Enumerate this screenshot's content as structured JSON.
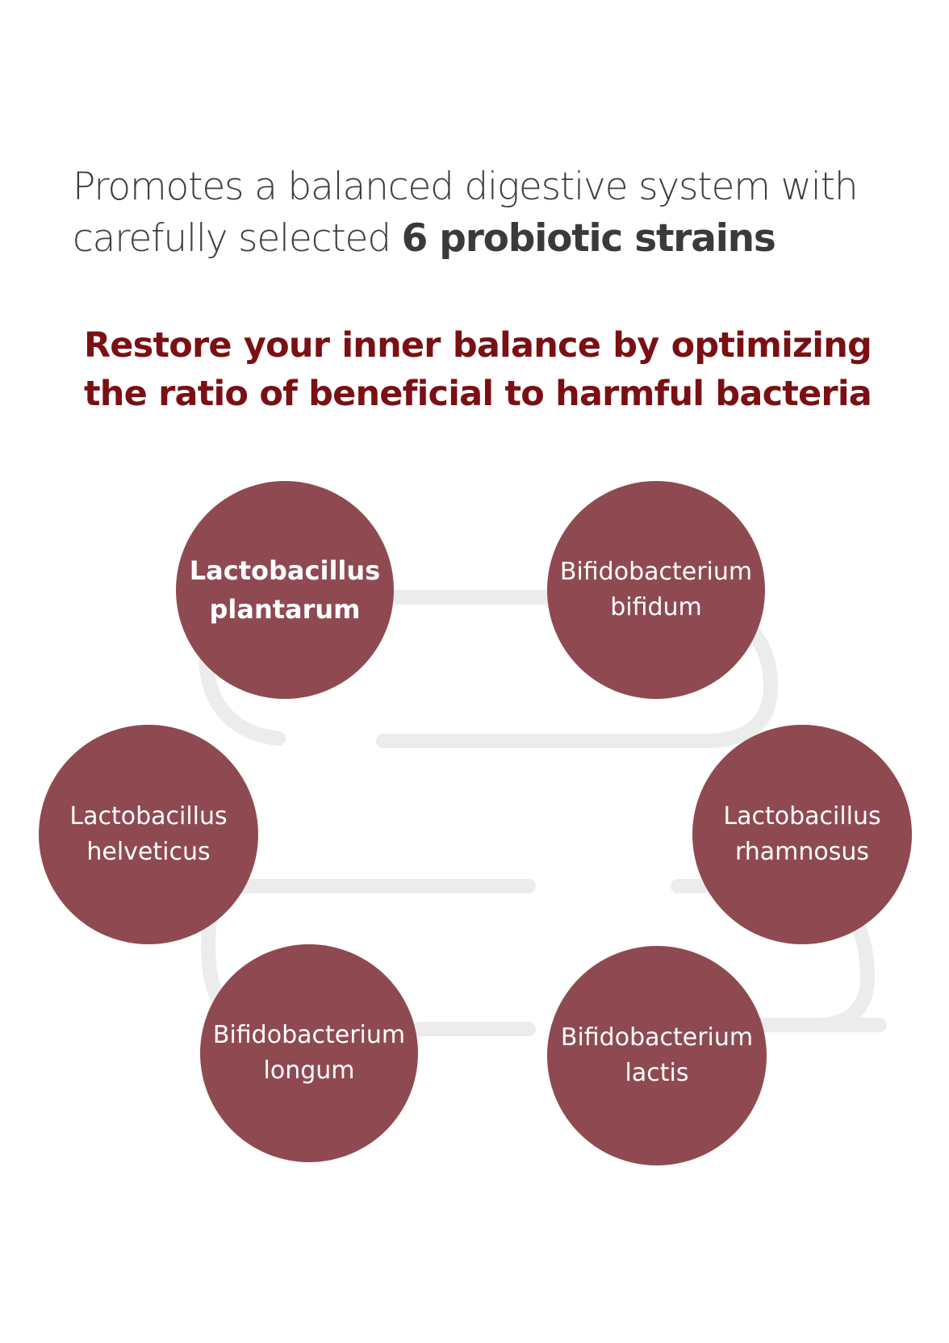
{
  "headline": {
    "line1": "Promotes a balanced digestive system with",
    "line2_prefix": "carefully selected ",
    "line2_bold": "6 probiotic strains"
  },
  "subhead": {
    "text": "Restore your inner balance by optimizing the ratio of beneficial to harmful bacteria"
  },
  "colors": {
    "circle": "#8f4a51",
    "subhead": "#7a1014",
    "flow_line": "#ececec"
  },
  "strains": [
    {
      "label": "Lactobacillus\nplantarum"
    },
    {
      "label": "Bifidobacterium\nbifidum"
    },
    {
      "label": "Lactobacillus\nhelveticus"
    },
    {
      "label": "Lactobacillus\nrhamnosus"
    },
    {
      "label": "Bifidobacterium\nlongum"
    },
    {
      "label": "Bifidobacterium\nlactis"
    }
  ]
}
